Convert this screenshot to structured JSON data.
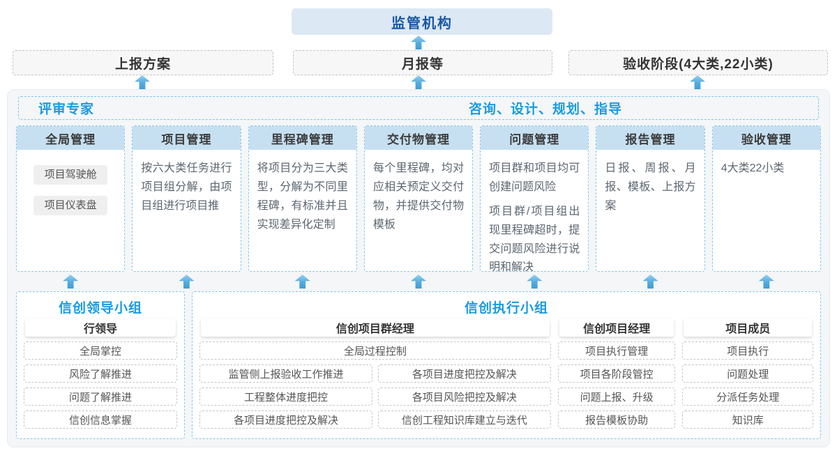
{
  "colors": {
    "accent_blue": "#199be0",
    "dark_blue": "#1a57a5",
    "column_header_bg": "#c6e0f1",
    "blue_dash_border": "#85c6ec",
    "arrow_blue": "#3e9ed8",
    "container_bg": "#f4f6f8"
  },
  "top": {
    "regulator": "监管机构"
  },
  "report_row": {
    "items": [
      {
        "label": "上报方案"
      },
      {
        "label": "月报等"
      },
      {
        "label": "验收阶段(4大类,22小类)"
      }
    ]
  },
  "panel": {
    "left_title": "评审专家",
    "right_title": "咨询、设计、规划、指导",
    "columns": [
      {
        "title": "全局管理",
        "chips": [
          "项目驾驶舱",
          "项目仪表盘"
        ]
      },
      {
        "title": "项目管理",
        "paragraphs": [
          "按六大类任务进行项目组分解，由项目组进行项目推"
        ]
      },
      {
        "title": "里程碑管理",
        "paragraphs": [
          "将项目分为三大类型，分解为不同里程碑，有标准并且实现差异化定制"
        ]
      },
      {
        "title": "交付物管理",
        "paragraphs": [
          "每个里程碑，均对应相关预定义交付物，并提供交付物模板"
        ]
      },
      {
        "title": "问题管理",
        "paragraphs": [
          "项目群和项目均可创建问题风险",
          "项目群/项目组出现里程碑超时，提交问题风险进行说明和解决"
        ]
      },
      {
        "title": "报告管理",
        "paragraphs": [
          "日报、周报、月报、模板、上报方案"
        ]
      },
      {
        "title": "验收管理",
        "paragraphs": [
          "4大类22小类"
        ]
      }
    ]
  },
  "bottom": {
    "leader_group": {
      "title": "信创领导小组",
      "role": "行领导",
      "items": [
        "全局掌控",
        "风险了解推进",
        "问题了解推进",
        "信创信息掌握"
      ]
    },
    "exec_group": {
      "title": "信创执行小组",
      "pm_group": {
        "role": "信创项目群经理",
        "full_item": "全局过程控制",
        "col1": [
          "监管侧上报验收工作推进",
          "工程整体进度把控",
          "各项目进度把控及解决"
        ],
        "col2": [
          "各项目进度把控及解决",
          "各项目风险把控及解决",
          "信创工程知识库建立与迭代"
        ]
      },
      "pm": {
        "role": "信创项目经理",
        "items": [
          "项目执行管理",
          "项目各阶段管控",
          "问题上报、升级",
          "报告模板协助"
        ]
      },
      "member": {
        "role": "项目成员",
        "items": [
          "项目执行",
          "问题处理",
          "分派任务处理",
          "知识库"
        ]
      }
    }
  }
}
